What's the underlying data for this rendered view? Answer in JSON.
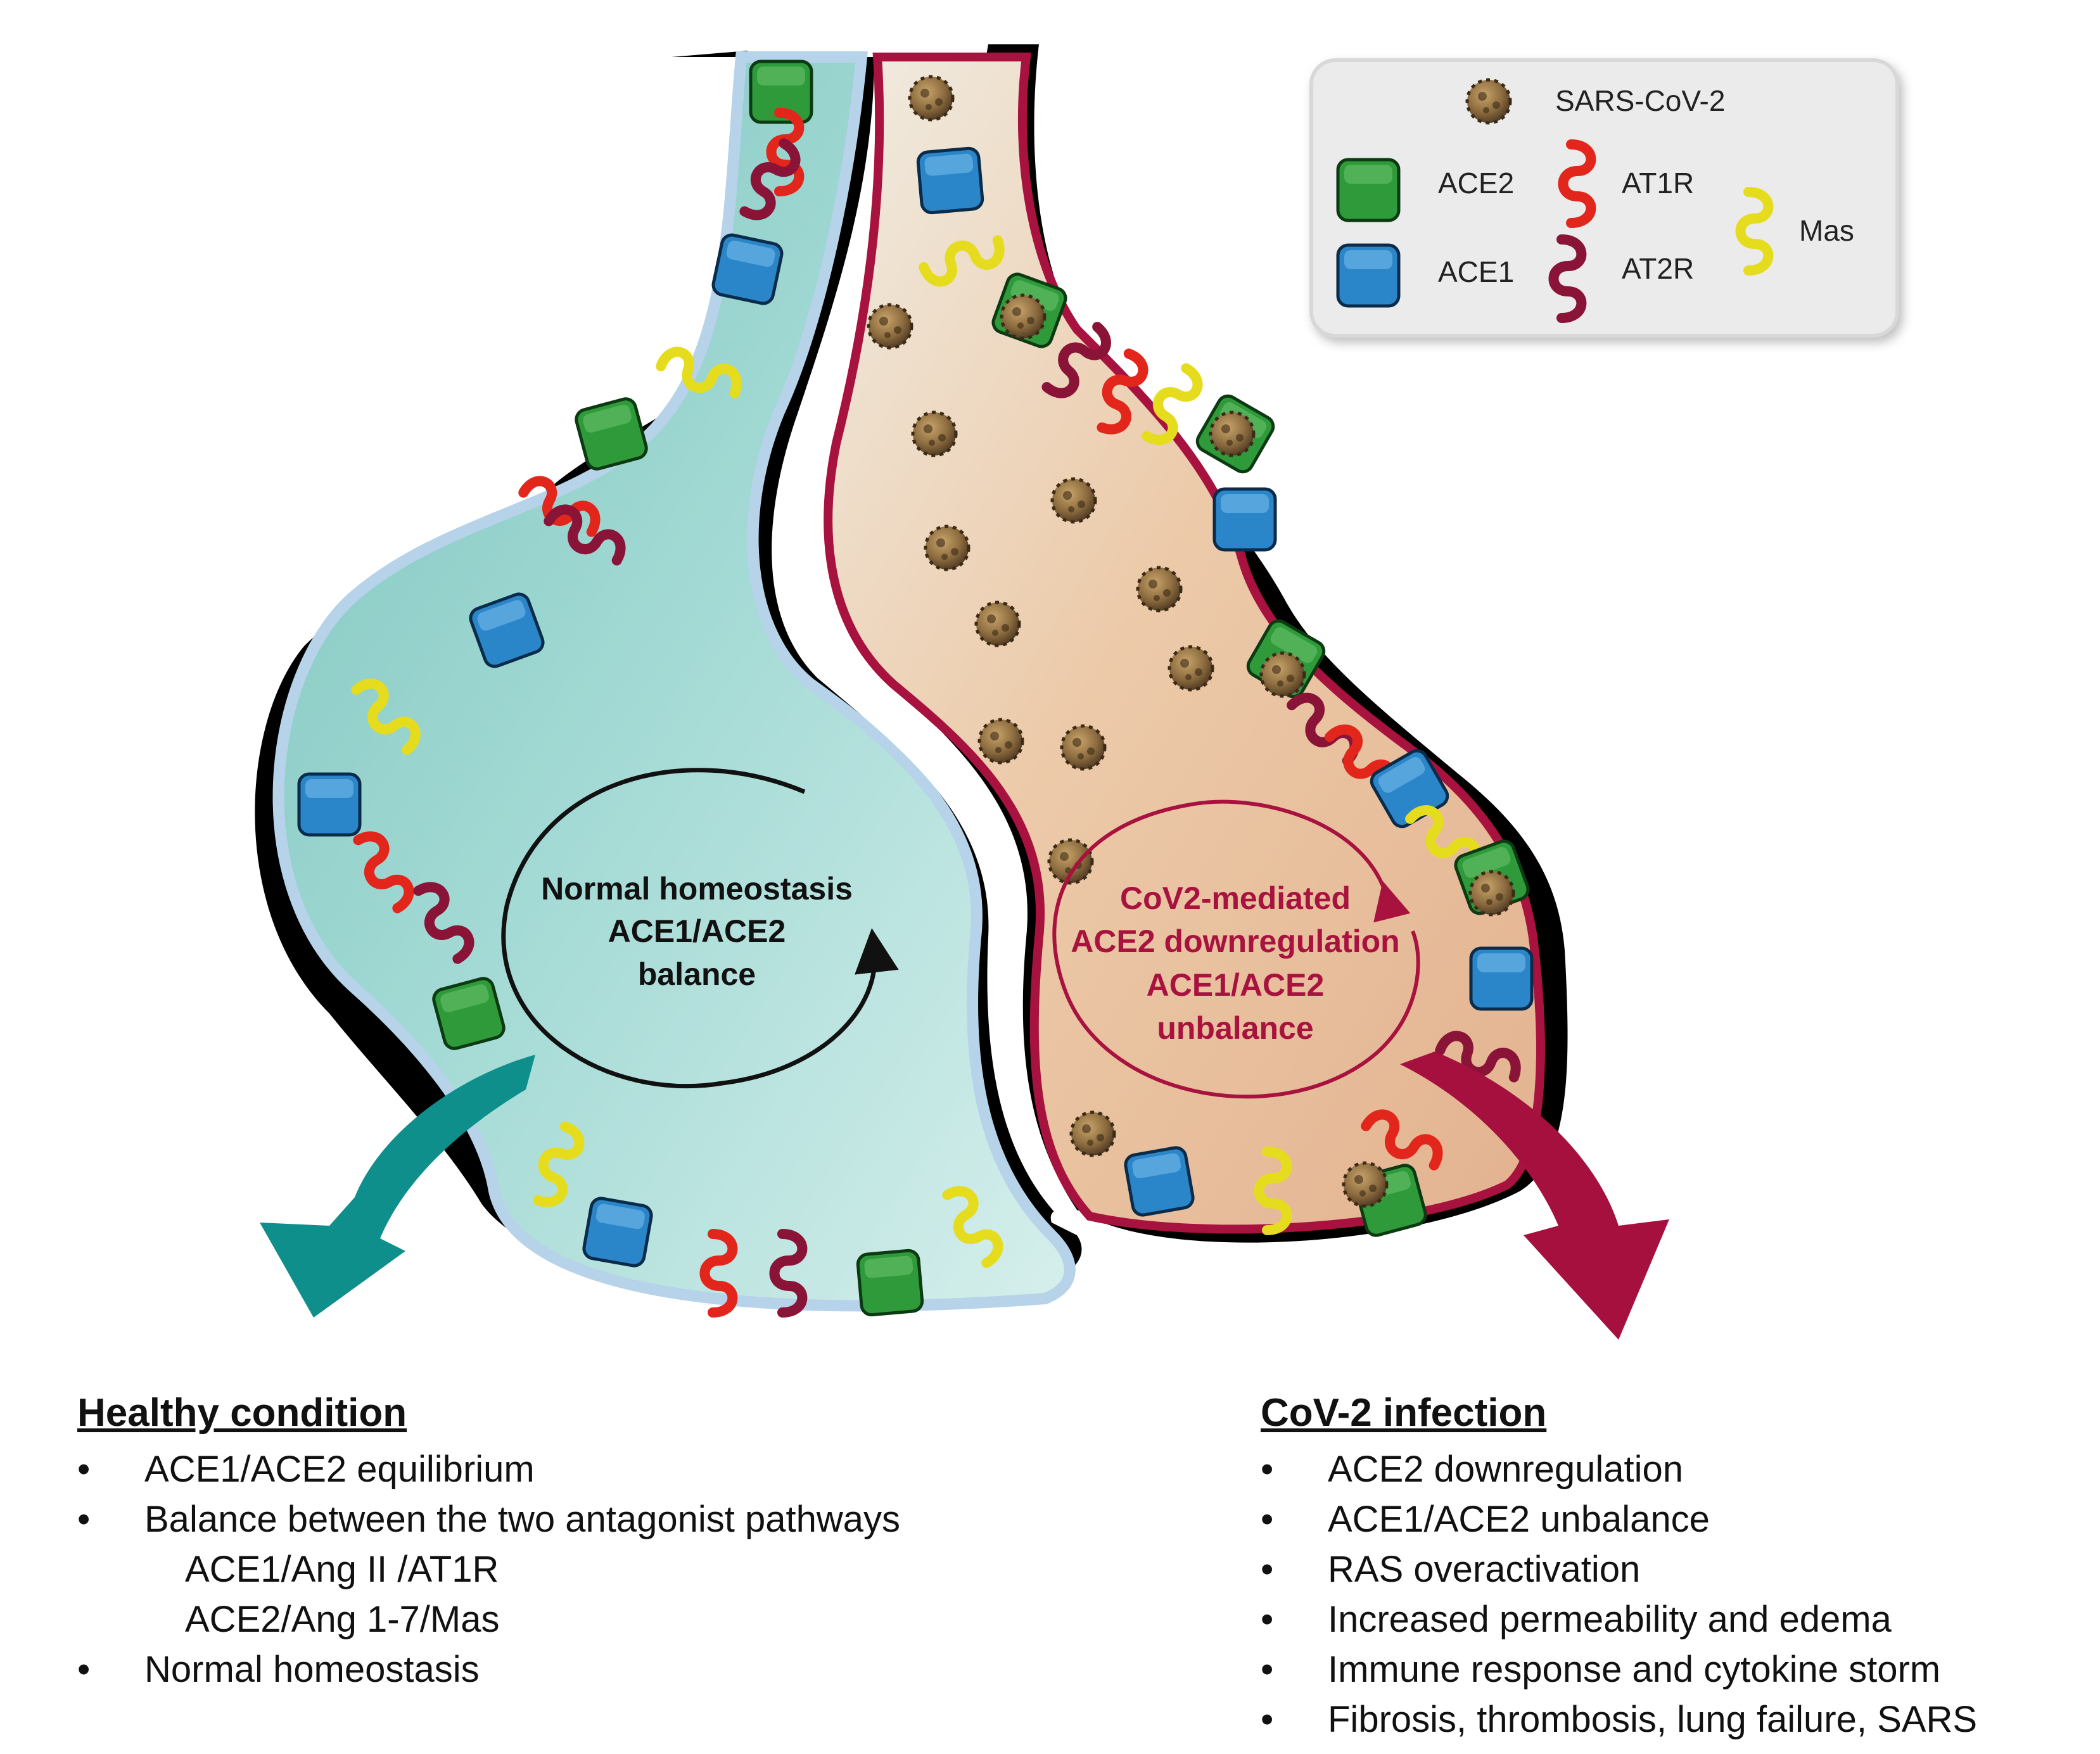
{
  "legend": {
    "virus_label": "SARS-CoV-2",
    "ace2_label": "ACE2",
    "ace1_label": "ACE1",
    "at1r_label": "AT1R",
    "at2r_label": "AT2R",
    "mas_label": "Mas"
  },
  "left_center": {
    "line1": "Normal homeostasis",
    "line2": "ACE1/ACE2",
    "line3": "balance"
  },
  "right_center": {
    "line1": "CoV2-mediated",
    "line2": "ACE2 downregulation",
    "line3": "ACE1/ACE2",
    "line4": "unbalance"
  },
  "healthy": {
    "title": "Healthy condition",
    "bullet": "•",
    "item1": "ACE1/ACE2 equilibrium",
    "item2": "Balance between the two antagonist pathways",
    "sub1": "ACE1/Ang II /AT1R",
    "sub2": "ACE2/Ang 1-7/Mas",
    "item3": "Normal homeostasis"
  },
  "infection": {
    "title": "CoV-2 infection",
    "bullet": "•",
    "items": [
      "ACE2 downregulation",
      "ACE1/ACE2 unbalance",
      "RAS overactivation",
      "Increased permeability and edema",
      "Immune response and cytokine storm",
      "Fibrosis, thrombosis, lung failure, SARS"
    ]
  },
  "colors": {
    "healthy_fill": "#8fcfc9",
    "healthy_border": "#b7d3ea",
    "infected_fill": "#e9c7a6",
    "infected_border": "#a8123e",
    "ace2": "#2f9a3a",
    "ace1": "#2a86c8",
    "at1r": "#e3261c",
    "at2r": "#8a1438",
    "mas": "#e6dc1e",
    "teal_arrow": "#0e8f8b",
    "crimson_arrow": "#a5103e"
  }
}
